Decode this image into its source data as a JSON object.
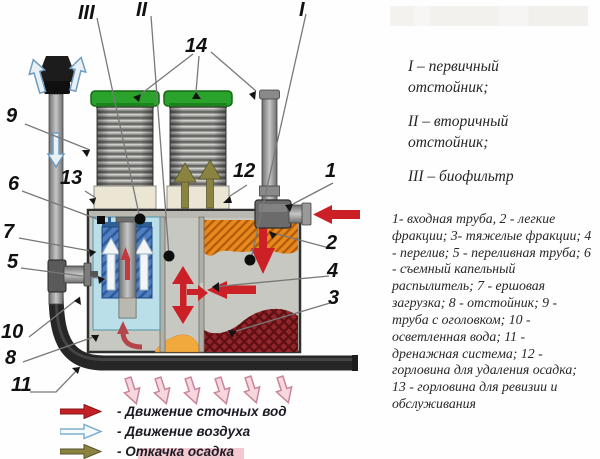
{
  "legend_panel": {
    "roman_items": [
      "I – первичный отстойник;",
      "II – вторичный отстойник;",
      "III – биофильтр"
    ],
    "description": "1- входная труба, 2 - легкие фракции; 3- тяжелые фракции; 4 - перелив; 5 - переливная труба; 6 - съемный капельный распылитель; 7 - ершовая загрузка; 8 - отстойник; 9 - труба с оголовком; 10 - осветленная вода; 11 - дренажная система; 12 - горловина для удаления осадка; 13 - горловина для ревизии и обслуживания"
  },
  "arrow_legend": {
    "items": [
      {
        "label": "- Движение сточных вод",
        "color": "#c42127",
        "style": "solid-red"
      },
      {
        "label": "- Движение воздуха",
        "color": "#7fb0cf",
        "style": "outline-blue"
      },
      {
        "label": "- Откачка осадка",
        "color": "#8b8440",
        "style": "solid-olive"
      }
    ]
  },
  "diagram": {
    "callouts": {
      "roman1": "I",
      "roman2": "II",
      "roman3": "III",
      "n1": "1",
      "n2": "2",
      "n3": "3",
      "n4": "4",
      "n5": "5",
      "n6": "6",
      "n7": "7",
      "n8": "8",
      "n9": "9",
      "n10": "10",
      "n11": "11",
      "n12": "12",
      "n13": "13",
      "n14": "14"
    }
  },
  "colors": {
    "sewage_arrow_red": "#c42127",
    "air_arrow_blue_outline": "#6f9cc0",
    "sludge_arrow_olive": "#8b8440",
    "manhole_lid_green": "#2ba22b",
    "scum_layer_orange": "#e8891f",
    "sludge_layer_dark_red": "#8f2428",
    "biofilter_media_blue": "#4d7fbf",
    "biofilter_chamber_light_blue": "#badfe9",
    "tank_gray": "#c6c8c1",
    "drain_pipe_black": "#262626"
  }
}
